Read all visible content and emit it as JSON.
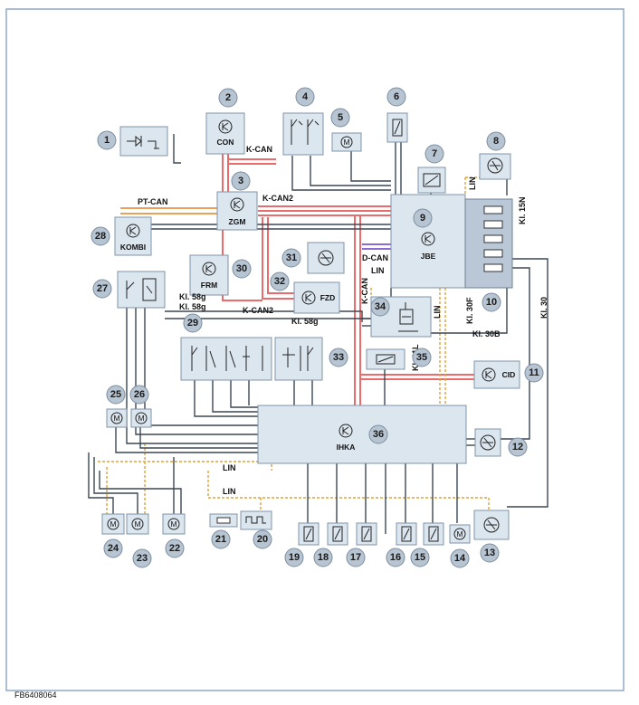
{
  "figure_id": "FB6408064",
  "callouts": [
    "1",
    "2",
    "3",
    "4",
    "5",
    "6",
    "7",
    "8",
    "9",
    "10",
    "11",
    "12",
    "13",
    "14",
    "15",
    "16",
    "17",
    "18",
    "19",
    "20",
    "21",
    "22",
    "23",
    "24",
    "25",
    "26",
    "27",
    "28",
    "29",
    "30",
    "31",
    "32",
    "33",
    "34",
    "35",
    "36"
  ],
  "components": {
    "con": "CON",
    "zgm": "ZGM",
    "kombi": "KOMBI",
    "jbe": "JBE",
    "frm": "FRM",
    "fzd": "FZD",
    "cid": "CID",
    "ihka": "IHKA"
  },
  "bus_labels": {
    "k_can_top": "K-CAN",
    "k_can2_top": "K-CAN2",
    "pt_can": "PT-CAN",
    "d_can": "D-CAN",
    "lin_jbe": "LIN",
    "k_can_vertical": "K-CAN",
    "k_can2_bottom": "K-CAN2",
    "lin_upper": "LIN",
    "lin_lower": "LIN",
    "lin_top_right": "LIN",
    "lin_middle": "LIN"
  },
  "terminal_labels": {
    "kl_58g_1": "Kl. 58g",
    "kl_58g_2": "Kl. 58g",
    "kl_58g_3": "Kl. 58g",
    "kl_15n": "Kl. 15N",
    "kl_30f": "Kl. 30F",
    "kl_30b": "Kl. 30B",
    "kl_31l": "Kl. 31L",
    "kl_30": "Kl. 30"
  },
  "colors": {
    "k_can": "#e96b6b",
    "pt_can": "#e9a05a",
    "d_can": "#8a6cd6",
    "lin": "#e0a13a",
    "wire": "#3b4654",
    "module_fill": "#dce6ef",
    "callout_fill": "#b7c4d2"
  }
}
